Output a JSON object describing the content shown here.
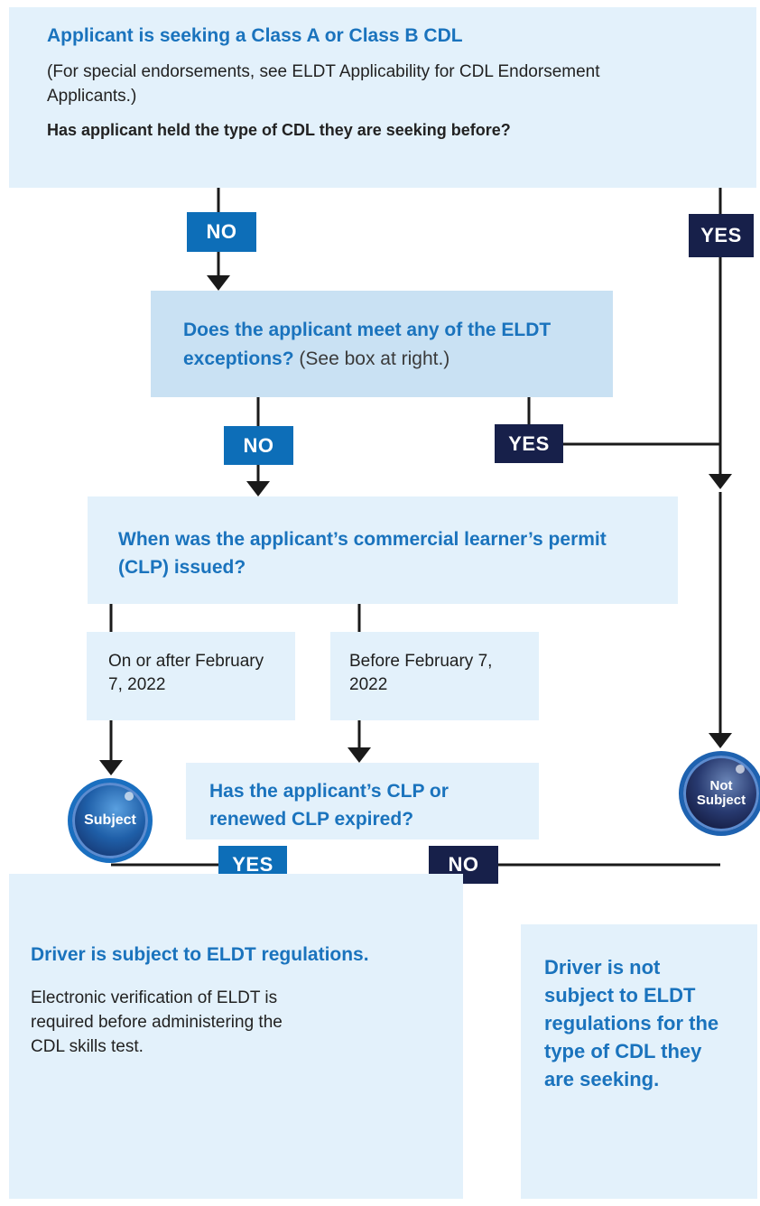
{
  "start": {
    "title": "Applicant is seeking a Class A or Class B CDL",
    "note": "(For special endorsements, see ELDT Applicability for CDL Endorsement Applicants.)",
    "question": "Has applicant held the type of CDL they are seeking before?"
  },
  "exceptions": {
    "question": "Does the applicant meet any of the ELDT exceptions?",
    "aside": "(See box at right.)"
  },
  "clp": {
    "question": "When was the applicant’s commercial learner’s permit (CLP) issued?",
    "option_after": "On or after February 7, 2022",
    "option_before": "Before February 7, 2022"
  },
  "expired": {
    "question": "Has the applicant’s CLP or renewed CLP expired?"
  },
  "labels": {
    "no_1": "NO",
    "yes_1": "YES",
    "no_2": "NO",
    "yes_2": "YES",
    "yes_3": "YES",
    "no_3": "NO"
  },
  "badges": {
    "subject": "Subject",
    "not_subject_line1": "Not",
    "not_subject_line2": "Subject"
  },
  "outcome_subject": {
    "title": "Driver is subject to ELDT regulations.",
    "body": "Electronic verification of ELDT is required before administering the CDL skills test."
  },
  "outcome_not_subject": {
    "title": "Driver is not subject to ELDT regulations for the type of CDL they are seeking."
  },
  "colors": {
    "light_box": "#e3f1fb",
    "mid_box": "#c9e1f3",
    "blue_label": "#0d6eb8",
    "navy_label": "#17204a",
    "heading_blue": "#1a73bd"
  }
}
